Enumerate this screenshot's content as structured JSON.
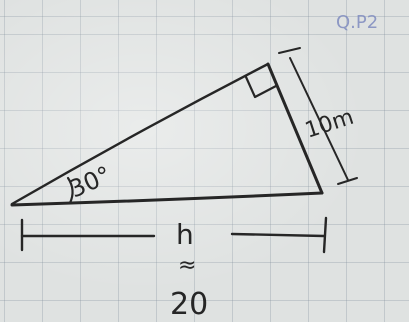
{
  "labels": {
    "corner_note": "Q.P2",
    "angle": "30°",
    "side_length": "10m",
    "height_var": "h",
    "approx_symbol": "≈",
    "height_value": "20"
  },
  "colors": {
    "ink": "#262626",
    "note": "#7f8cc0",
    "paper": "#dfe2e1",
    "grid": "#8a96a2"
  }
}
